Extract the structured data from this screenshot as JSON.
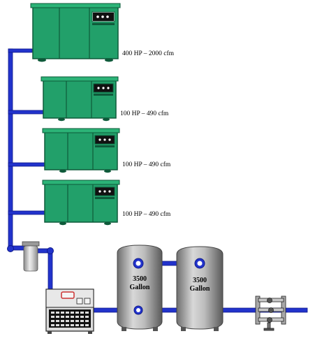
{
  "colors": {
    "pipe": "#2233cc",
    "pipe_dark": "#0f1a8a",
    "compressor_body": "#22a06a",
    "compressor_dark": "#0e5a3a",
    "tank": "#b0b0b0",
    "tank_dark": "#5f5f5f"
  },
  "compressors": [
    {
      "label": "400 HP – 2000 cfm",
      "icon": "large-air-compressor-icon"
    },
    {
      "label": "100 HP – 490 cfm",
      "icon": "air-compressor-icon"
    },
    {
      "label": "100 HP – 490 cfm",
      "icon": "air-compressor-icon"
    },
    {
      "label": "100 HP – 490 cfm",
      "icon": "air-compressor-icon"
    }
  ],
  "tanks": [
    {
      "line1": "3500",
      "line2": "Gallon",
      "icon": "receiver-tank-icon"
    },
    {
      "line1": "3500",
      "line2": "Gallon",
      "icon": "receiver-tank-icon"
    }
  ],
  "equipment": {
    "filter_icon": "filter-icon",
    "dryer_icon": "air-dryer-icon",
    "manifold_icon": "distribution-manifold-icon"
  }
}
